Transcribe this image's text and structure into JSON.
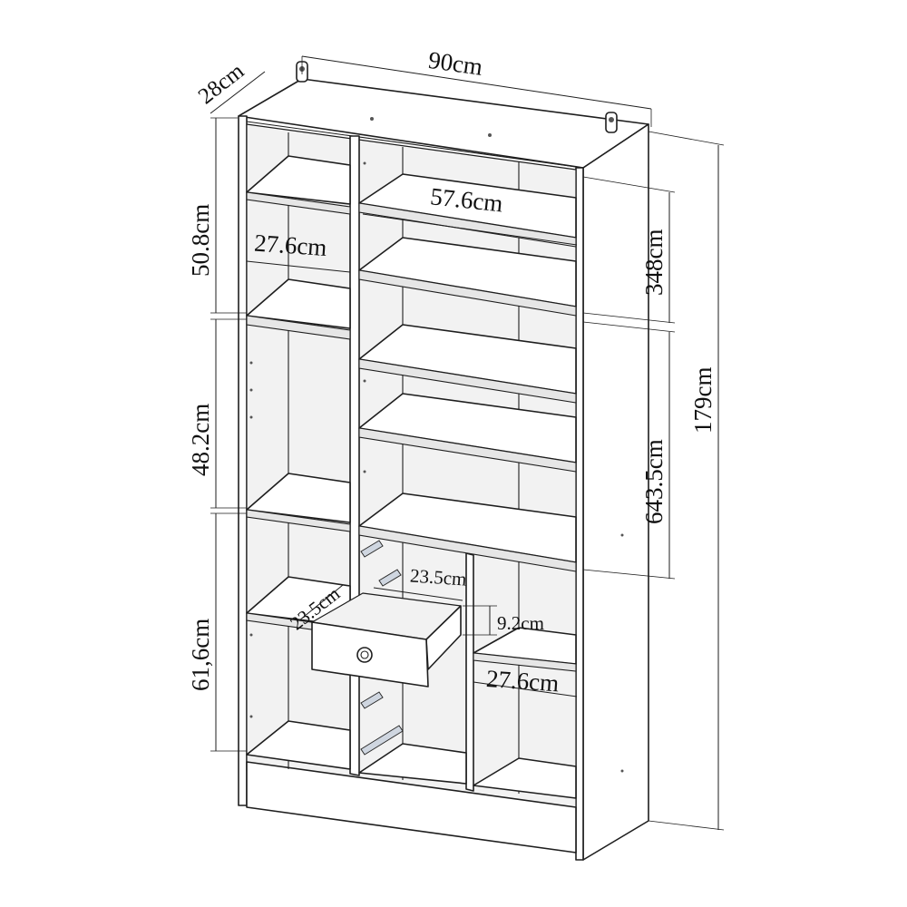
{
  "dimensions": {
    "width": "90cm",
    "depth": "28cm",
    "height": "179cm",
    "top_section_height": "50.8cm",
    "middle_section_height": "48.2cm",
    "bottom_section_height": "61,6cm",
    "right_upper_height": "348cm",
    "right_lower_height": "643.5cm",
    "wide_shelf_width": "57.6cm",
    "left_shelf_width": "27.6cm",
    "drawer_depth": "23.5cm",
    "drawer_width": "23.5cm",
    "drawer_height": "9.2cm",
    "right_compartment_width": "27.6cm"
  }
}
